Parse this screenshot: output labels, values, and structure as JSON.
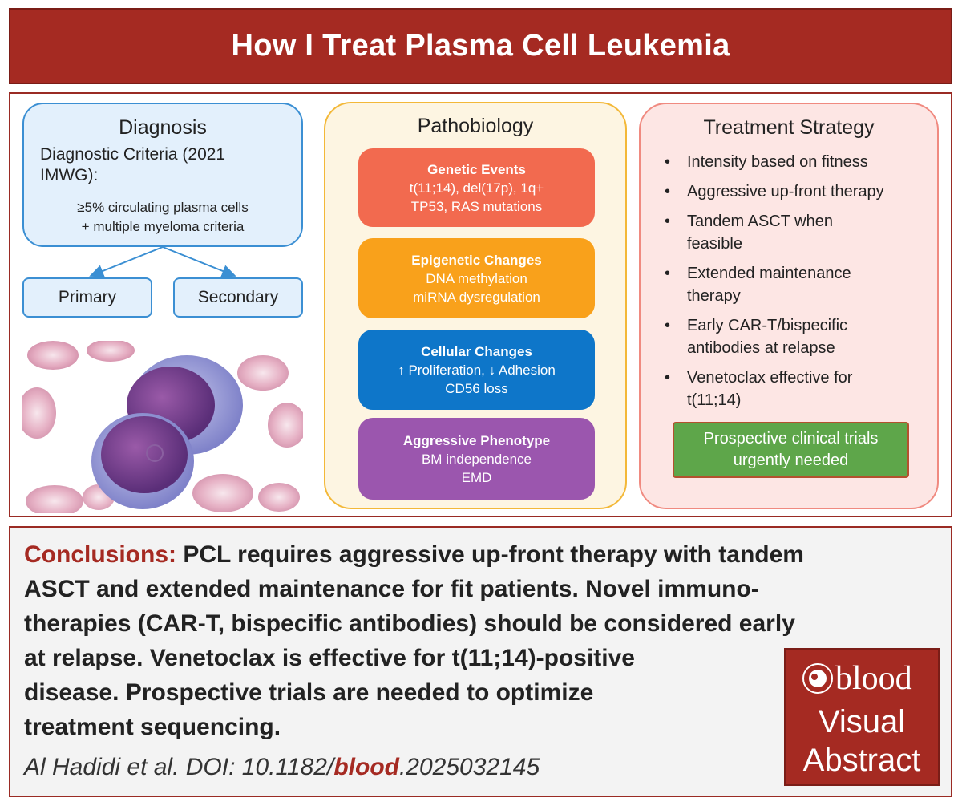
{
  "title": "How I Treat Plasma Cell Leukemia",
  "diagnosis": {
    "title": "Diagnosis",
    "criteria_line1": "Diagnostic Criteria (2021",
    "criteria_line2": "IMWG):",
    "detail_line1": "≥5% circulating plasma cells",
    "detail_line2": "+ multiple myeloma criteria",
    "primary": "Primary",
    "secondary": "Secondary"
  },
  "pathobiology": {
    "title": "Pathobiology",
    "boxes": [
      {
        "heading": "Genetic Events",
        "line1": "t(11;14), del(17p), 1q+",
        "line2": "TP53, RAS mutations",
        "color": "#f26a4f"
      },
      {
        "heading": "Epigenetic Changes",
        "line1": "DNA methylation",
        "line2": "miRNA dysregulation",
        "color": "#f9a11b"
      },
      {
        "heading": "Cellular Changes",
        "line1": "↑ Proliferation, ↓ Adhesion",
        "line2": "CD56 loss",
        "color": "#0e76c9"
      },
      {
        "heading": "Aggressive Phenotype",
        "line1": "BM independence",
        "line2": "EMD",
        "color": "#9b56ae"
      }
    ]
  },
  "treatment": {
    "title": "Treatment Strategy",
    "items": [
      {
        "l1": "Intensity based on fitness",
        "l2": ""
      },
      {
        "l1": "Aggressive up-front therapy",
        "l2": ""
      },
      {
        "l1": "Tandem ASCT when",
        "l2": "feasible"
      },
      {
        "l1": "Extended maintenance",
        "l2": "therapy"
      },
      {
        "l1": "Early CAR-T/bispecific",
        "l2": "antibodies at relapse"
      },
      {
        "l1": "Venetoclax effective for",
        "l2": "t(11;14)"
      }
    ],
    "trials_line1": "Prospective clinical trials",
    "trials_line2": "urgently needed"
  },
  "conclusions": {
    "label": "Conclusions:",
    "line1": " PCL requires aggressive up-front therapy with tandem",
    "line2": "ASCT and extended maintenance for fit patients. Novel immuno-",
    "line3": "therapies (CAR-T, bispecific antibodies) should be considered early",
    "line4": "at relapse. Venetoclax is effective for t(11;14)-positive",
    "line5": "disease. Prospective trials are needed to optimize",
    "line6": "treatment sequencing."
  },
  "citation": {
    "prefix": "Al Hadidi et al. DOI: 10.1182/",
    "journal": "blood",
    "suffix": ".2025032145"
  },
  "logo": {
    "brand": "blood",
    "line1": "Visual",
    "line2": "Abstract"
  },
  "colors": {
    "brand_red": "#a52a22",
    "diagnosis_blue": "#3b8fd3",
    "patho_yellow": "#f3b838",
    "treatment_pink": "#f08a80",
    "trials_green": "#5ea64a"
  }
}
